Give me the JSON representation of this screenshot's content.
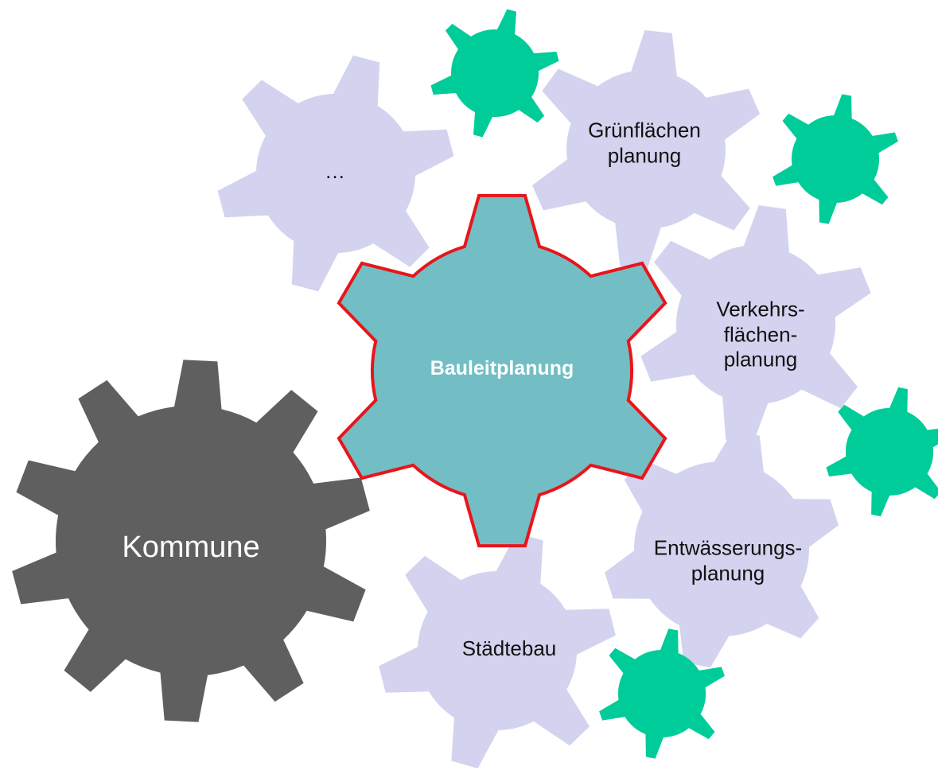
{
  "colors": {
    "kommune_fill": "#5f5f5f",
    "bauleit_fill": "#72bec4",
    "bauleit_stroke": "#e8151b",
    "satellite_fill": "#d3d3ef",
    "small_gear_fill": "#00cc99"
  },
  "gears": {
    "kommune": {
      "label": "Kommune"
    },
    "bauleitplanung": {
      "label": "Bauleitplanung"
    },
    "ellipsis": {
      "label": "…"
    },
    "gruenflaechen": {
      "line1": "Grünflächen",
      "line2": "planung"
    },
    "verkehrsflaechen": {
      "line1": "Verkehrs-",
      "line2": "flächen-",
      "line3": "planung"
    },
    "entwaesserung": {
      "line1": "Entwässerungs-",
      "line2": "planung"
    },
    "staedtebau": {
      "label": "Städtebau"
    }
  }
}
